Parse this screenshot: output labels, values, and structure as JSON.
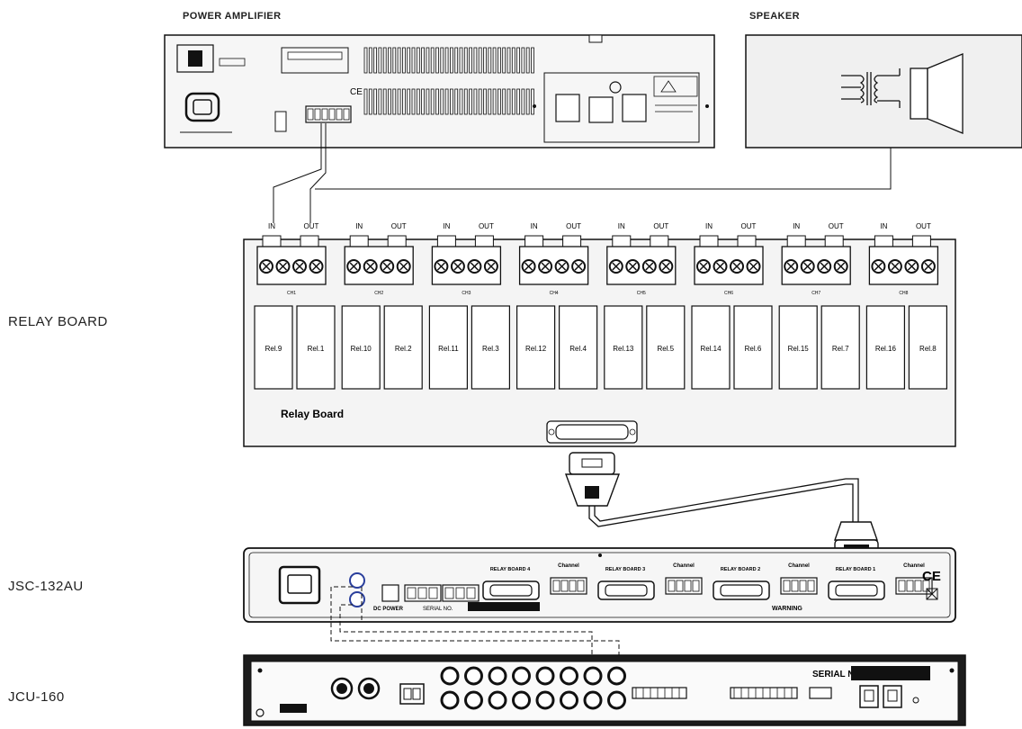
{
  "labels": {
    "power_amplifier": "POWER AMPLIFIER",
    "speaker": "SPEAKER",
    "relay_board_side": "RELAY BOARD",
    "jsc": "JSC-132AU",
    "jcu": "JCU-160",
    "relay_board_title": "Relay Board"
  },
  "relay_board": {
    "channels": [
      {
        "in": "IN",
        "out": "OUT",
        "name": "CH1",
        "relays": [
          "Rel.9",
          "Rel.1"
        ]
      },
      {
        "in": "IN",
        "out": "OUT",
        "name": "CH2",
        "relays": [
          "Rel.10",
          "Rel.2"
        ]
      },
      {
        "in": "IN",
        "out": "OUT",
        "name": "CH3",
        "relays": [
          "Rel.11",
          "Rel.3"
        ]
      },
      {
        "in": "IN",
        "out": "OUT",
        "name": "CH4",
        "relays": [
          "Rel.12",
          "Rel.4"
        ]
      },
      {
        "in": "IN",
        "out": "OUT",
        "name": "CH5",
        "relays": [
          "Rel.13",
          "Rel.5"
        ]
      },
      {
        "in": "IN",
        "out": "OUT",
        "name": "CH6",
        "relays": [
          "Rel.14",
          "Rel.6"
        ]
      },
      {
        "in": "IN",
        "out": "OUT",
        "name": "CH7",
        "relays": [
          "Rel.15",
          "Rel.7"
        ]
      },
      {
        "in": "IN",
        "out": "OUT",
        "name": "CH8",
        "relays": [
          "Rel.16",
          "Rel.8"
        ]
      }
    ]
  },
  "jsc_panel": {
    "relay_ports": [
      "RELAY BOARD 4",
      "RELAY BOARD 3",
      "RELAY BOARD 2",
      "RELAY BOARD 1"
    ],
    "channel_labels": [
      "Channel",
      "Channel",
      "Channel",
      "Channel"
    ],
    "dc_power": "DC POWER",
    "serial": "SERIAL NO.",
    "warning": "WARNING",
    "ce": "CE"
  },
  "jcu_panel": {
    "serial": "SERIAL NO."
  },
  "colors": {
    "line": "#111111",
    "panel_fill": "#f4f4f4",
    "speaker_fill": "#f0f0f0",
    "jcu_fill": "#222222",
    "accent_blue": "#2a3f9c"
  }
}
